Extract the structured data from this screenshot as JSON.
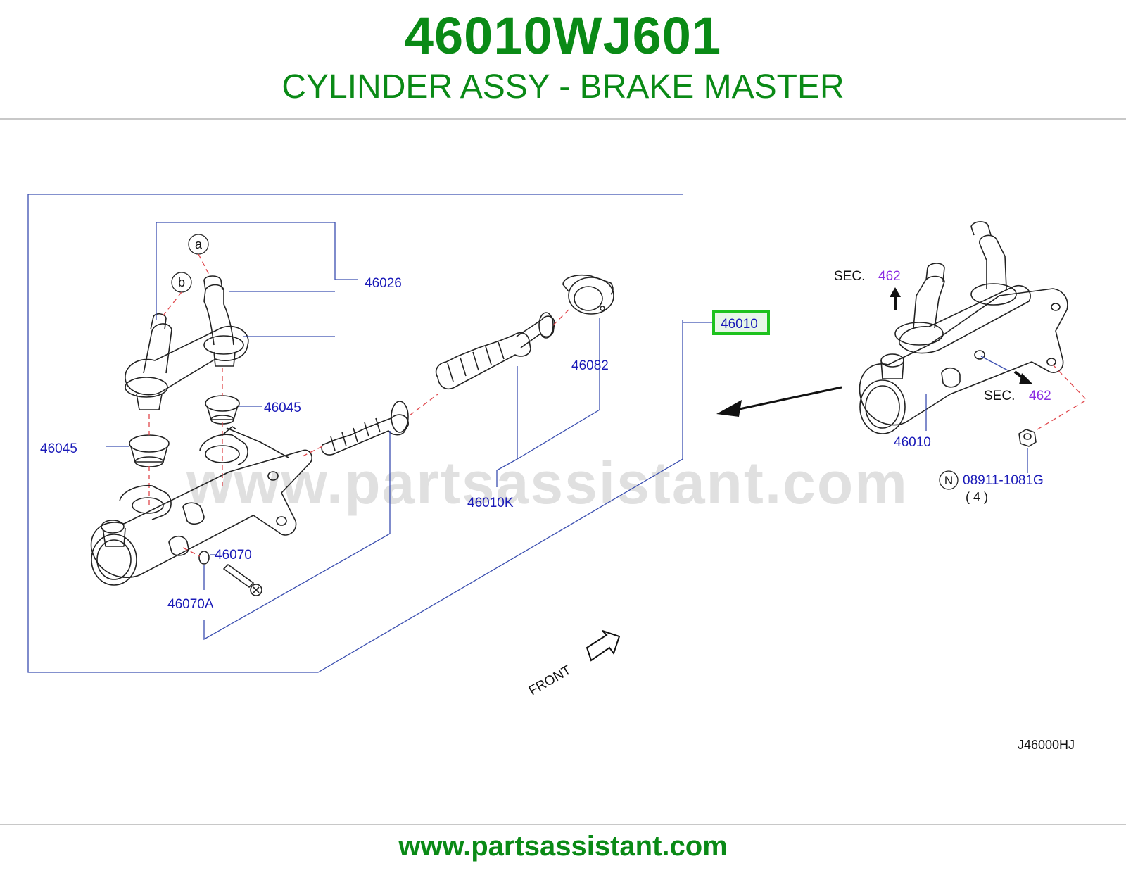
{
  "header": {
    "part_number": "46010WJ601",
    "title": "CYLINDER ASSY - BRAKE MASTER"
  },
  "diagram": {
    "callouts": {
      "c46026": "46026",
      "c46010_box": "46010",
      "c46082": "46082",
      "c46045_right": "46045",
      "c46045_left": "46045",
      "c46010K": "46010K",
      "c46070": "46070",
      "c46070A": "46070A",
      "c46010_right": "46010",
      "c08911": "08911-1081G",
      "qty": "( 4 )"
    },
    "circle_labels": {
      "a": "a",
      "b": "b",
      "n": "N"
    },
    "sec_refs": [
      {
        "label": "SEC.",
        "number": "462"
      },
      {
        "label": "SEC.",
        "number": "462"
      }
    ],
    "front_label": "FRONT",
    "diagram_code": "J46000HJ",
    "watermark": "www.partsassistant.com",
    "highlight_color": "#1ec21e"
  },
  "footer": {
    "url": "www.partsassistant.com"
  }
}
